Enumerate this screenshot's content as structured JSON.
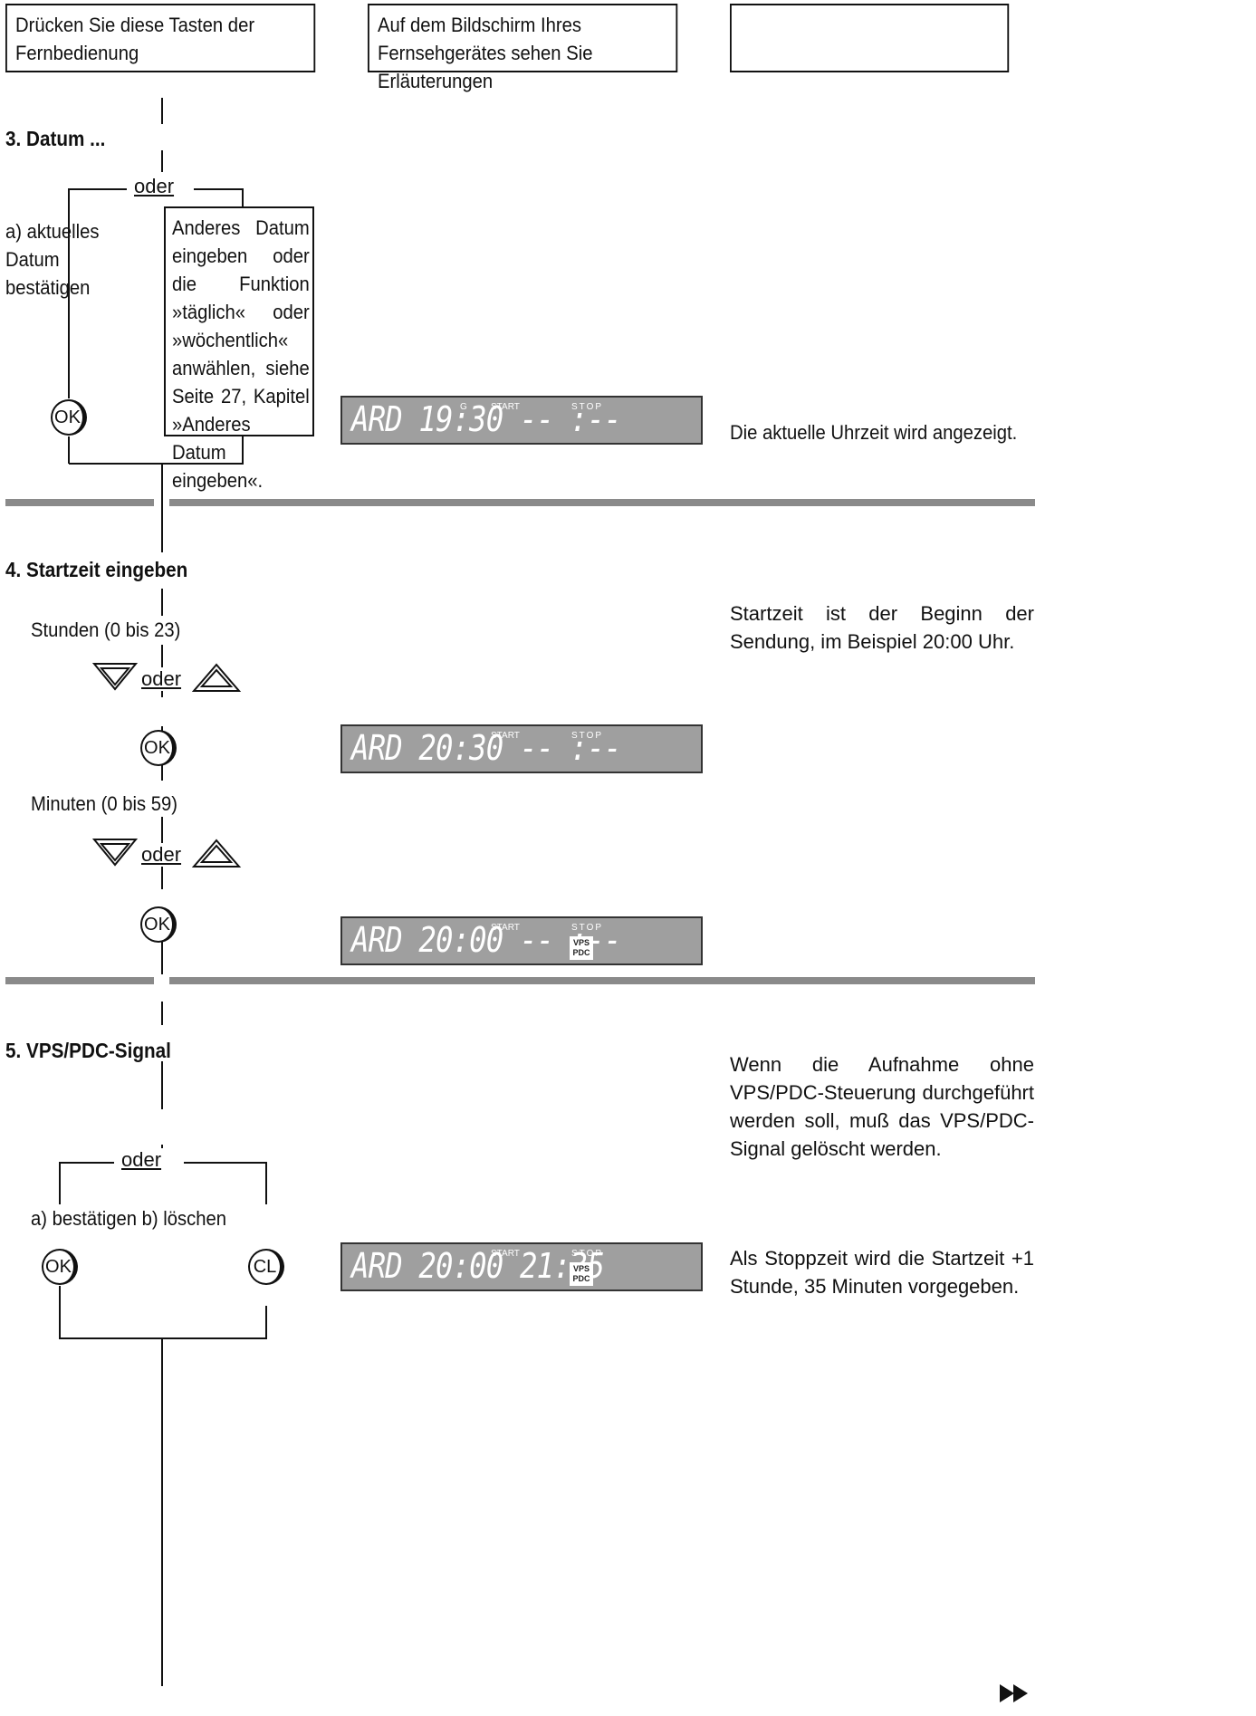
{
  "header": {
    "col1": "Drücken Sie diese Tasten der Fernbedienung",
    "col2": "Auf dem Bildschirm Ihres Fernsehgerätes sehen Sie Erläuterungen",
    "col3": ""
  },
  "section3": {
    "heading": "3. Datum ...",
    "oder": "oder",
    "option_a": "a) aktuelles Datum bestätigen",
    "option_b": "Anderes Datum eingeben oder die Funktion »täglich« oder »wöchentlich« anwählen, siehe Seite 27, Kapitel »Anderes Datum eingeben«.",
    "ok": "OK",
    "display": {
      "digits": "ARD 19:30 -- :--",
      "start": "START",
      "stop": "STOP",
      "prog": "G"
    },
    "note": "Die aktuelle Uhrzeit wird angezeigt."
  },
  "section4": {
    "heading": "4. Startzeit eingeben",
    "hours_label": "Stunden (0 bis 23)",
    "minutes_label": "Minuten (0 bis 59)",
    "oder": "oder",
    "ok": "OK",
    "display1": {
      "digits": "ARD 20:30 -- :--",
      "start": "START",
      "stop": "STOP"
    },
    "display2": {
      "digits": "ARD 20:00 -- :--",
      "start": "START",
      "stop": "STOP",
      "vps": "VPS PDC"
    },
    "note": "Startzeit ist der Beginn der Sendung, im Beispiel 20:00 Uhr."
  },
  "section5": {
    "heading": "5. VPS/PDC-Signal",
    "oder": "oder",
    "options": "a) bestätigen b) löschen",
    "ok": "OK",
    "cl": "CL",
    "display": {
      "digits": "ARD 20:00 21:35",
      "start": "START",
      "stop": "STOP",
      "vps": "VPS PDC"
    },
    "note1": "Wenn die Aufnahme ohne VPS/PDC-Steuerung durchgeführt werden soll, muß das VPS/PDC-Signal gelöscht werden.",
    "note2": "Als Stoppzeit wird die Startzeit +1 Stunde, 35 Minuten vorgegeben."
  },
  "icons": [
    "down-triangle-icon",
    "up-triangle-icon",
    "fast-forward-icon"
  ]
}
